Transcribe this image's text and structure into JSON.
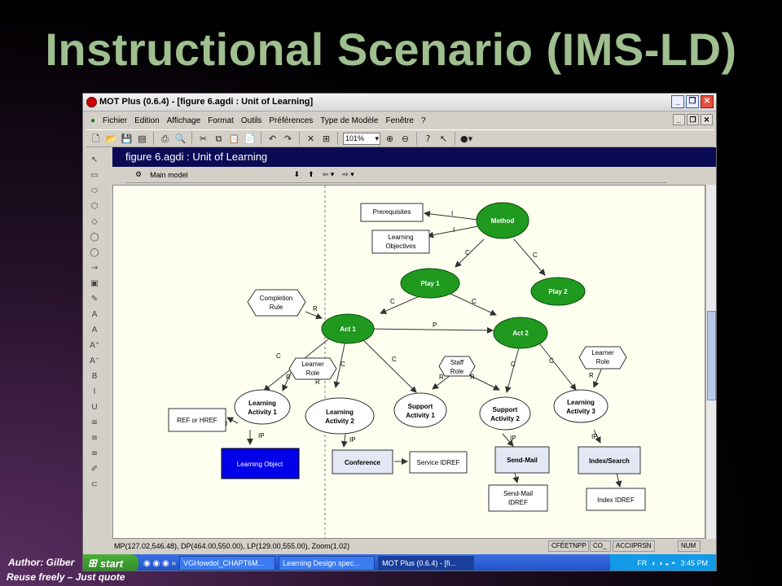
{
  "slide": {
    "title": "Instructional Scenario (IMS-LD)",
    "author": "Author: Gilber",
    "credit": "Reuse freely – Just quote"
  },
  "window": {
    "title": "MOT Plus (0.6.4) - [figure 6.agdi : Unit of Learning]",
    "menu": [
      "Fichier",
      "Edition",
      "Affichage",
      "Format",
      "Outils",
      "Préférences",
      "Type de Modèle",
      "Fenêtre",
      "?"
    ],
    "zoom": "101%",
    "doc_title": "figure 6.agdi : Unit of Learning",
    "tab": "Main model"
  },
  "diagram": {
    "nodes": [
      {
        "id": "method",
        "label": "Method",
        "kind": "green"
      },
      {
        "id": "play1",
        "label": "Play 1",
        "kind": "green"
      },
      {
        "id": "play2",
        "label": "Play 2",
        "kind": "green"
      },
      {
        "id": "act1",
        "label": "Act 1",
        "kind": "green"
      },
      {
        "id": "act2",
        "label": "Act 2",
        "kind": "green"
      },
      {
        "id": "prereq",
        "label": "Prerequisites",
        "kind": "fact"
      },
      {
        "id": "lobj1",
        "label": "Learning",
        "kind": "fact"
      },
      {
        "id": "lobj2",
        "label": "Objectives",
        "kind": "fact"
      },
      {
        "id": "compl1",
        "label": "Completion",
        "kind": "hex"
      },
      {
        "id": "compl2",
        "label": "Rule",
        "kind": "hex"
      },
      {
        "id": "lrole1",
        "label": "Learner",
        "kind": "hex"
      },
      {
        "id": "lrole2",
        "label": "Role",
        "kind": "hex"
      },
      {
        "id": "staff1",
        "label": "Staff",
        "kind": "hex"
      },
      {
        "id": "staff2",
        "label": "Role",
        "kind": "hex"
      },
      {
        "id": "lrole3",
        "label": "Learner",
        "kind": "hex"
      },
      {
        "id": "lrole4",
        "label": "Role",
        "kind": "hex"
      },
      {
        "id": "la1a",
        "label": "Learning",
        "kind": "ellipse"
      },
      {
        "id": "la1b",
        "label": "Activity 1",
        "kind": "ellipse"
      },
      {
        "id": "la2a",
        "label": "Learning",
        "kind": "ellipse"
      },
      {
        "id": "la2b",
        "label": "Activity 2",
        "kind": "ellipse"
      },
      {
        "id": "sa1a",
        "label": "Support",
        "kind": "ellipse"
      },
      {
        "id": "sa1b",
        "label": "Activity 1",
        "kind": "ellipse"
      },
      {
        "id": "sa2a",
        "label": "Support",
        "kind": "ellipse"
      },
      {
        "id": "sa2b",
        "label": "Activity 2",
        "kind": "ellipse"
      },
      {
        "id": "la3a",
        "label": "Learning",
        "kind": "ellipse"
      },
      {
        "id": "la3b",
        "label": "Activity 3",
        "kind": "ellipse"
      },
      {
        "id": "ref",
        "label": "REF or HREF",
        "kind": "fact"
      },
      {
        "id": "lo",
        "label": "Learning Object",
        "kind": "blue"
      },
      {
        "id": "conf",
        "label": "Conference",
        "kind": "tool"
      },
      {
        "id": "sidref",
        "label": "Service IDREF",
        "kind": "fact"
      },
      {
        "id": "sendmail",
        "label": "Send-Mail",
        "kind": "tool"
      },
      {
        "id": "smid1",
        "label": "Send-Mail",
        "kind": "fact"
      },
      {
        "id": "smid2",
        "label": "IDREF",
        "kind": "fact"
      },
      {
        "id": "index",
        "label": "Index/Search",
        "kind": "tool"
      },
      {
        "id": "idxref",
        "label": "Index IDREF",
        "kind": "fact"
      }
    ],
    "link_labels": [
      "I",
      "I",
      "C",
      "C",
      "C",
      "C",
      "R",
      "P",
      "C",
      "C",
      "C",
      "C",
      "C",
      "R",
      "R",
      "R",
      "R",
      "R",
      "I",
      "IP",
      "IP",
      "IP",
      "IP"
    ]
  },
  "status": {
    "coords": "MP(127.02,546.48), DP(464.00,550.00), LP(129.00,555.00), Zoom(1.02)",
    "cells": [
      "CFÉETNPP",
      "CO_",
      "ACCIIPRSN",
      "NUM"
    ]
  },
  "taskbar": {
    "start": "start",
    "tasks": [
      "VGHowdoI_CHAPT6M...",
      "Learning Design spec...",
      "MOT Plus (0.6.4) - [fi..."
    ],
    "lang": "FR",
    "clock": "3:45 PM"
  },
  "colors": {
    "title": "#9fbf8f",
    "green": "#1f9a1f",
    "blue": "#0000e8",
    "doc_bar": "#0b0b55"
  }
}
